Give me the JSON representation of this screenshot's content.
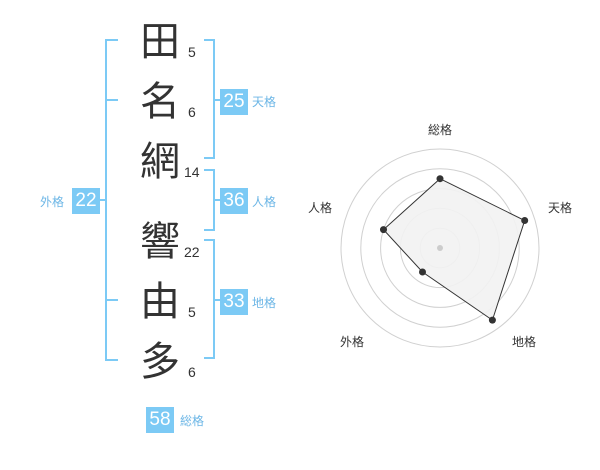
{
  "name": {
    "chars": [
      {
        "char": "田",
        "strokes": "5"
      },
      {
        "char": "名",
        "strokes": "6"
      },
      {
        "char": "網",
        "strokes": "14"
      },
      {
        "char": "響",
        "strokes": "22"
      },
      {
        "char": "由",
        "strokes": "5"
      },
      {
        "char": "多",
        "strokes": "6"
      }
    ]
  },
  "fortune": {
    "tenkaku": {
      "label": "天格",
      "value": "25"
    },
    "jinkaku": {
      "label": "人格",
      "value": "36"
    },
    "chikaku": {
      "label": "地格",
      "value": "33"
    },
    "gaikaku": {
      "label": "外格",
      "value": "22"
    },
    "soukaku": {
      "label": "総格",
      "value": "58"
    }
  },
  "colors": {
    "accent": "#7ccaf5",
    "accent_text": "#6cb6e6",
    "radar_fill": "#f2f2f2",
    "radar_line": "#333333",
    "ring": "#d0d0d0"
  },
  "chart_data": {
    "type": "radar",
    "axes": [
      "総格",
      "天格",
      "地格",
      "外格",
      "人格"
    ],
    "values": [
      0.7,
      0.9,
      0.9,
      0.3,
      0.6
    ],
    "range": [
      0,
      1
    ],
    "rings": 5,
    "grid": true
  }
}
